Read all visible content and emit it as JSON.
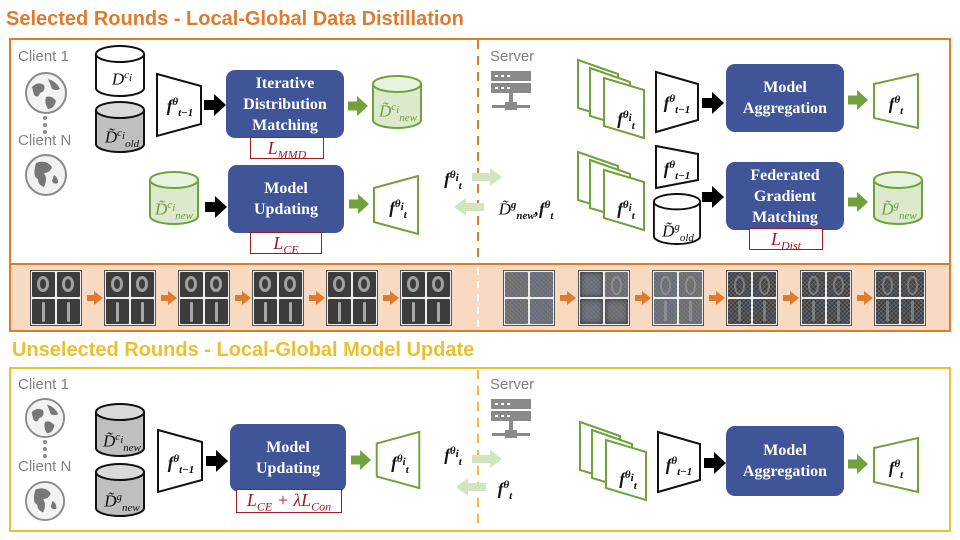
{
  "colors": {
    "orange": "#e07a2c",
    "orange_fill": "#f8d9c1",
    "yellow": "#edbf2e",
    "blue_box": "#3f5597",
    "green": "#70a13c",
    "red_loss": "#a01c22",
    "gray_text": "#7f7f7f"
  },
  "sections": {
    "selected_title": "Selected Rounds - Local-Global Data Distillation",
    "unselected_title": "Unselected Rounds - Local-Global Model Update"
  },
  "labels": {
    "client_1": "Client 1",
    "client_n": "Client N",
    "server": "Server",
    "idm": "Iterative Distribution Matching",
    "model_updating": "Model Updating",
    "model_aggregation": "Model Aggregation",
    "fgm": "Federated Gradient Matching"
  },
  "math": {
    "d_ci": "D",
    "d_ci_sup": "c",
    "d_ci_sub_sup": "i",
    "d_tilde": "D̃",
    "sub_old": "old",
    "sub_new": "new",
    "f": "f",
    "f_sup_theta": "θ",
    "f_sup_theta_i": "θ",
    "f_sup_i": "i",
    "sub_t": "t",
    "sub_t_minus_1": "t−1",
    "sup_ci": "c",
    "sup_i": "i",
    "sup_g": "g",
    "comma": ","
  },
  "losses": {
    "mmd": "L",
    "mmd_sub": "MMD",
    "ce": "L",
    "ce_sub": "CE",
    "dist": "L",
    "dist_sub": "Dist",
    "ce_con_a": "L",
    "ce_con_a_sub": "CE",
    "ce_con_plus": " + λ",
    "ce_con_b": "L",
    "ce_con_b_sub": "Con"
  },
  "icons": {
    "globe": "globe-icon",
    "server": "server-icon",
    "cylinder": "database-cylinder-icon",
    "trapezoid": "model-trapezoid-icon",
    "arrow": "arrow-right-icon"
  }
}
